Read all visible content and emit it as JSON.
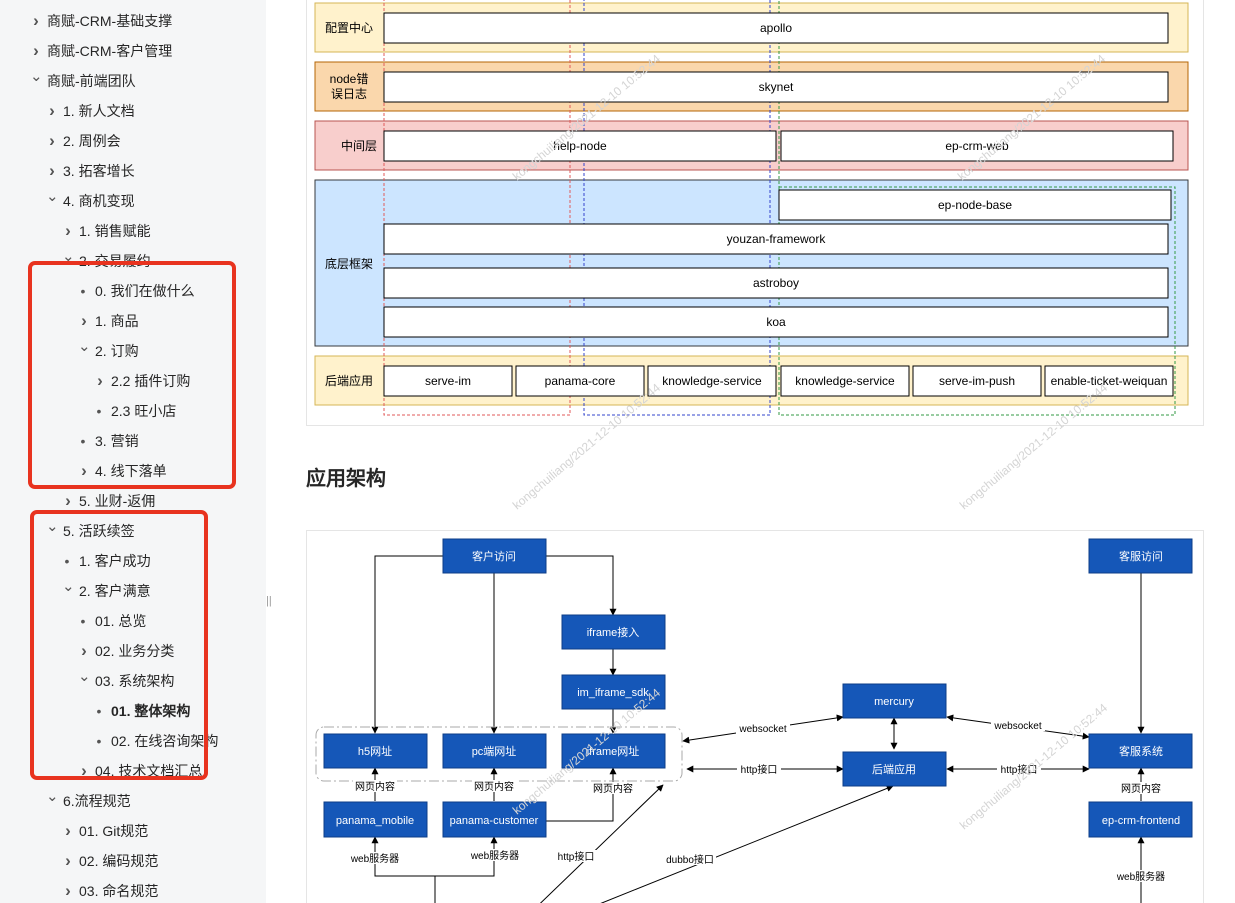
{
  "sidebar": {
    "items": [
      {
        "label": "商赋-CRM-基础支撑",
        "depth": 0,
        "kind": "collapsed"
      },
      {
        "label": "商赋-CRM-客户管理",
        "depth": 0,
        "kind": "collapsed"
      },
      {
        "label": "商赋-前端团队",
        "depth": 0,
        "kind": "expanded"
      },
      {
        "label": "1. 新人文档",
        "depth": 1,
        "kind": "collapsed"
      },
      {
        "label": "2. 周例会",
        "depth": 1,
        "kind": "collapsed"
      },
      {
        "label": "3. 拓客增长",
        "depth": 1,
        "kind": "collapsed"
      },
      {
        "label": "4. 商机变现",
        "depth": 1,
        "kind": "expanded"
      },
      {
        "label": "1. 销售赋能",
        "depth": 2,
        "kind": "collapsed"
      },
      {
        "label": "2. 交易履约",
        "depth": 2,
        "kind": "expanded"
      },
      {
        "label": "0. 我们在做什么",
        "depth": 3,
        "kind": "leaf"
      },
      {
        "label": "1. 商品",
        "depth": 3,
        "kind": "collapsed"
      },
      {
        "label": "2. 订购",
        "depth": 3,
        "kind": "expanded"
      },
      {
        "label": "2.2 插件订购",
        "depth": 4,
        "kind": "collapsed"
      },
      {
        "label": "2.3 旺小店",
        "depth": 4,
        "kind": "leaf"
      },
      {
        "label": "3. 营销",
        "depth": 3,
        "kind": "leaf"
      },
      {
        "label": "4. 线下落单",
        "depth": 3,
        "kind": "collapsed"
      },
      {
        "label": "5. 业财-返佣",
        "depth": 2,
        "kind": "collapsed"
      },
      {
        "label": "5. 活跃续签",
        "depth": 1,
        "kind": "expanded"
      },
      {
        "label": "1. 客户成功",
        "depth": 2,
        "kind": "leaf"
      },
      {
        "label": "2. 客户满意",
        "depth": 2,
        "kind": "expanded"
      },
      {
        "label": "01. 总览",
        "depth": 3,
        "kind": "leaf"
      },
      {
        "label": "02. 业务分类",
        "depth": 3,
        "kind": "collapsed"
      },
      {
        "label": "03. 系统架构",
        "depth": 3,
        "kind": "expanded"
      },
      {
        "label": "01. 整体架构",
        "depth": 4,
        "kind": "leaf",
        "active": true
      },
      {
        "label": "02. 在线咨询架构",
        "depth": 4,
        "kind": "leaf"
      },
      {
        "label": "04. 技术文档汇总",
        "depth": 3,
        "kind": "collapsed"
      },
      {
        "label": "6.流程规范",
        "depth": 1,
        "kind": "expanded"
      },
      {
        "label": "01. Git规范",
        "depth": 2,
        "kind": "collapsed"
      },
      {
        "label": "02. 编码规范",
        "depth": 2,
        "kind": "collapsed"
      },
      {
        "label": "03. 命名规范",
        "depth": 2,
        "kind": "collapsed"
      }
    ],
    "splitter_glyph": "||"
  },
  "tech_diagram": {
    "rows": {
      "config": {
        "label": "配置中心",
        "boxes": [
          "apollo"
        ]
      },
      "log": {
        "label": "node错误日志",
        "label_lines": [
          "node错",
          "误日志"
        ],
        "boxes": [
          "skynet"
        ]
      },
      "middle": {
        "label": "中间层",
        "boxes": [
          "help-node",
          "ep-crm-web"
        ]
      },
      "base": {
        "label": "底层框架",
        "boxes": [
          "ep-node-base",
          "youzan-framework",
          "astroboy",
          "koa"
        ]
      },
      "backend": {
        "label": "后端应用",
        "boxes": [
          "serve-im",
          "panama-core",
          "knowledge-service",
          "knowledge-service",
          "serve-im-push",
          "enable-ticket-weiquan"
        ]
      }
    }
  },
  "section_heading": "应用架构",
  "app_diagram": {
    "nodes": {
      "customer_access": "客户访问",
      "service_access": "客服访问",
      "iframe_in": "iframe接入",
      "im_sdk": "im_iframe_sdk",
      "h5": "h5网址",
      "pc": "pc端网址",
      "iframe_url": "iframe网址",
      "mercury": "mercury",
      "backend_app": "后端应用",
      "service_system": "客服系统",
      "panama_mobile": "panama_mobile",
      "panama_customer": "panama-customer",
      "ep_crm_frontend": "ep-crm-frontend"
    },
    "labels": {
      "websocket": "websocket",
      "http_api": "http接口",
      "dubbo_api": "dubbo接口",
      "page_content": "网页内容",
      "web_server": "web服务器"
    }
  },
  "watermark": "kongchuiliang/2021-12-10 10:52:44",
  "colors": {
    "node_fill": "#1557b8",
    "highlight_border": "#e8331f",
    "config_fill": "#fff2cc",
    "log_fill": "#fad7ac",
    "middle_fill": "#f8cecc",
    "base_fill": "#cce5ff"
  }
}
